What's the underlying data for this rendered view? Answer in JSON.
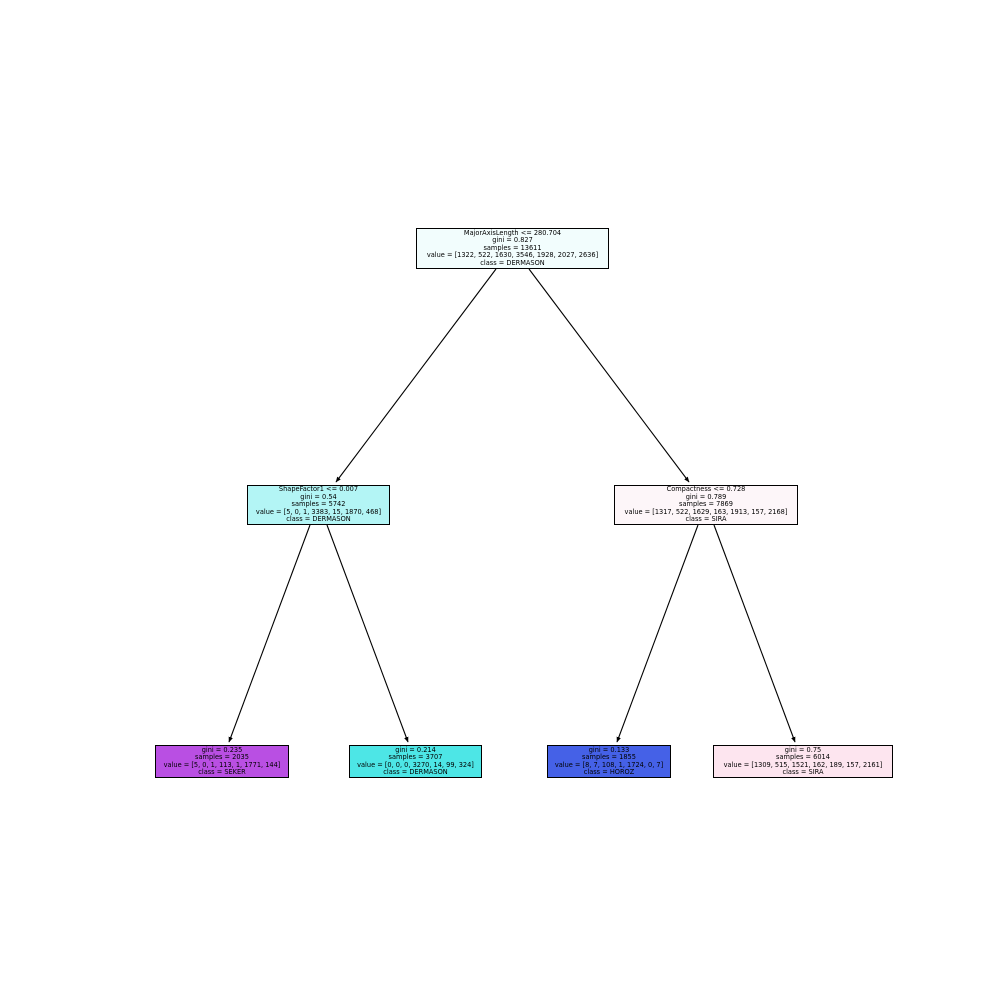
{
  "tree": {
    "nodes": [
      {
        "id": "root",
        "lines": [
          "MajorAxisLength <= 280.704",
          "gini = 0.827",
          "samples = 13611",
          "value = [1322, 522, 1630, 3546, 1928, 2027, 2636]",
          "class = DERMASON"
        ],
        "fill": "#f2fdfd"
      },
      {
        "id": "left",
        "lines": [
          "ShapeFactor1 <= 0.007",
          "gini = 0.54",
          "samples = 5742",
          "value = [5, 0, 1, 3383, 15, 1870, 468]",
          "class = DERMASON"
        ],
        "fill": "#b3f5f5"
      },
      {
        "id": "right",
        "lines": [
          "Compactness <= 0.728",
          "gini = 0.789",
          "samples = 7869",
          "value = [1317, 522, 1629, 163, 1913, 157, 2168]",
          "class = SIRA"
        ],
        "fill": "#fdf6f9"
      },
      {
        "id": "ll",
        "lines": [
          "gini = 0.235",
          "samples = 2035",
          "value = [5, 0, 1, 113, 1, 1771, 144]",
          "class = SEKER"
        ],
        "fill": "#b94fe3"
      },
      {
        "id": "lr",
        "lines": [
          "gini = 0.214",
          "samples = 3707",
          "value = [0, 0, 0, 3270, 14, 99, 324]",
          "class = DERMASON"
        ],
        "fill": "#4de6e6"
      },
      {
        "id": "rl",
        "lines": [
          "gini = 0.133",
          "samples = 1855",
          "value = [8, 7, 108, 1, 1724, 0, 7]",
          "class = HOROZ"
        ],
        "fill": "#4561e7"
      },
      {
        "id": "rr",
        "lines": [
          "gini = 0.75",
          "samples = 6014",
          "value = [1309, 515, 1521, 162, 189, 157, 2161]",
          "class = SIRA"
        ],
        "fill": "#fde5ef"
      }
    ],
    "edges": [
      {
        "from": "root",
        "to": "left"
      },
      {
        "from": "root",
        "to": "right"
      },
      {
        "from": "left",
        "to": "ll"
      },
      {
        "from": "left",
        "to": "lr"
      },
      {
        "from": "right",
        "to": "rl"
      },
      {
        "from": "right",
        "to": "rr"
      }
    ]
  }
}
